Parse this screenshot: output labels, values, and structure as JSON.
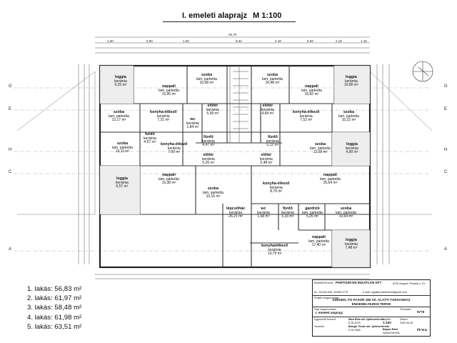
{
  "sheet": {
    "title": "I. emeleti alaprajz",
    "scale": "M 1:100"
  },
  "axes": {
    "left": [
      "G",
      "E",
      "H",
      "C",
      "A"
    ],
    "right": [
      "G",
      "E",
      "H",
      "C",
      "A"
    ]
  },
  "dimensions_top": [
    "25,70",
    "1.00",
    "6.90",
    "1.00",
    "8.34",
    "2.18",
    "5.93",
    "2.18",
    "1.16"
  ],
  "rooms": [
    {
      "name": "loggia",
      "mat": "kerámia",
      "area": "9,25 m²"
    },
    {
      "name": "nappali",
      "mat": "lam. parketta",
      "area": "15,95 m²"
    },
    {
      "name": "szoba",
      "mat": "lam. parketta",
      "area": "10,68 m²"
    },
    {
      "name": "szoba",
      "mat": "lam. parketta",
      "area": "10,48 m²"
    },
    {
      "name": "nappali",
      "mat": "lam. parketta",
      "area": "15,82 m²"
    },
    {
      "name": "loggia",
      "mat": "kerámia",
      "area": "10,80 m²"
    },
    {
      "name": "szoba",
      "mat": "lam. parketta",
      "area": "12,17 m²"
    },
    {
      "name": "konyha-étkező",
      "mat": "kerámia",
      "area": "7,31 m²"
    },
    {
      "name": "előtér",
      "mat": "kerámia",
      "area": "5,59 m²"
    },
    {
      "name": "wc",
      "mat": "kerámia",
      "area": "1,84 m²"
    },
    {
      "name": "előtér",
      "mat": "kerámia",
      "area": "4,84 m²"
    },
    {
      "name": "konyha-étkező",
      "mat": "kerámia",
      "area": "7,52 m²"
    },
    {
      "name": "szoba",
      "mat": "lam. parketta",
      "area": "10,22 m²"
    },
    {
      "name": "fürdő",
      "mat": "kerámia",
      "area": "4,57 m²"
    },
    {
      "name": "konyha-étkező",
      "mat": "kerámia",
      "area": "7,90 m²"
    },
    {
      "name": "fürdő",
      "mat": "kerámia",
      "area": "4,47 m²"
    },
    {
      "name": "fürdő",
      "mat": "kerámia",
      "area": "5,12 m²"
    },
    {
      "name": "szoba",
      "mat": "lam. parketta",
      "area": "12,28 m²"
    },
    {
      "name": "loggia",
      "mat": "kerámia",
      "area": "4,90 m²"
    },
    {
      "name": "szoba",
      "mat": "lam. parketta",
      "area": "13,11 m²"
    },
    {
      "name": "előtér",
      "mat": "kerámia",
      "area": "5,26 m²"
    },
    {
      "name": "előtér",
      "mat": "kerámia",
      "area": "5,48 m²"
    },
    {
      "name": "nappali",
      "mat": "lam. parketta",
      "area": "25,64 m²"
    },
    {
      "name": "konyha-étkező",
      "mat": "kerámia",
      "area": "8,76 m²"
    },
    {
      "name": "loggia",
      "mat": "kerámia",
      "area": "6,57 m²"
    },
    {
      "name": "nappali",
      "mat": "lam. parketta",
      "area": "15,38 m²"
    },
    {
      "name": "szoba",
      "mat": "lam. parketta",
      "area": "10,16 m²"
    },
    {
      "name": "lépcsőház",
      "mat": "kerámia",
      "area": "26,21 m²"
    },
    {
      "name": "wc",
      "mat": "kerámia",
      "area": "1,68 m²"
    },
    {
      "name": "fürdő",
      "mat": "kerámia",
      "area": "5,33 m²"
    },
    {
      "name": "gardrób",
      "mat": "lam. parketta",
      "area": "5,26 m²"
    },
    {
      "name": "szoba",
      "mat": "lam. parketta",
      "area": "10,64 m²"
    },
    {
      "name": "nappali",
      "mat": "lam. parketta",
      "area": "17,40 m²"
    },
    {
      "name": "loggia",
      "mat": "kerámia",
      "area": "7,48 m²"
    },
    {
      "name": "konyha/étkező",
      "mat": "kerámia",
      "area": "13,79 m²"
    }
  ],
  "legend": [
    "1. lakás: 56,83 m²",
    "2. lakás: 61,97 m²",
    "3. lakás: 58,48 m²",
    "4. lakás: 61,98 m²",
    "5. lakás: 63,51 m²"
  ],
  "titleblock": {
    "client_label": "Építtető/Tervező:",
    "client": "PARTISZKON INGATLAN KFT",
    "address": "6726 Szeged, Pécskai u. 15",
    "tel": "tel.: 62/443-065, 20/956-3779",
    "email": "e-mail: ingatlan.partiszkon@gmail.com",
    "project_label": "Projekt megnevezése:",
    "project": "SZEGED, FŐ FASOR 165 SZ. ALATTI TÁRSASHÁZ",
    "project2": "ENGEDÉLYEZÉSI TERVE",
    "drawing_label": "Rajz megnevezése:",
    "drawing": "I. emeleti alaprajz",
    "designer_label": "Ügyvezető tervező:",
    "designer": "Mozi Béla okl. építészmérnök",
    "designer_id": "É 06-0076",
    "designer2": "Balogh Tünde okl. építészmérnök",
    "designer2_id": "É 06-0556",
    "drafter": "Bajusz Réka",
    "drafter_role": "építészmérnök",
    "scale_label": "Lépték:",
    "scale": "1:100",
    "date_label": "Dátum:",
    "date": "2020.06.26.",
    "job_label": "Tervszám:",
    "job": "5775",
    "sheet": "H-01",
    "design_label": "Tervezte:"
  }
}
